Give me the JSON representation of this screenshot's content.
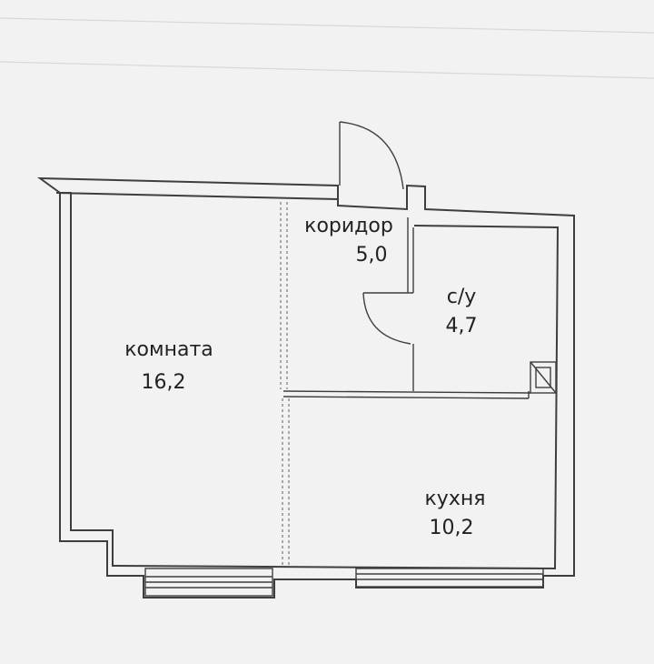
{
  "rooms": [
    {
      "name": "коридор",
      "area": "5,0"
    },
    {
      "name": "с/у",
      "area": "4,7"
    },
    {
      "name": "комната",
      "area": "16,2"
    },
    {
      "name": "кухня",
      "area": "10,2"
    }
  ]
}
